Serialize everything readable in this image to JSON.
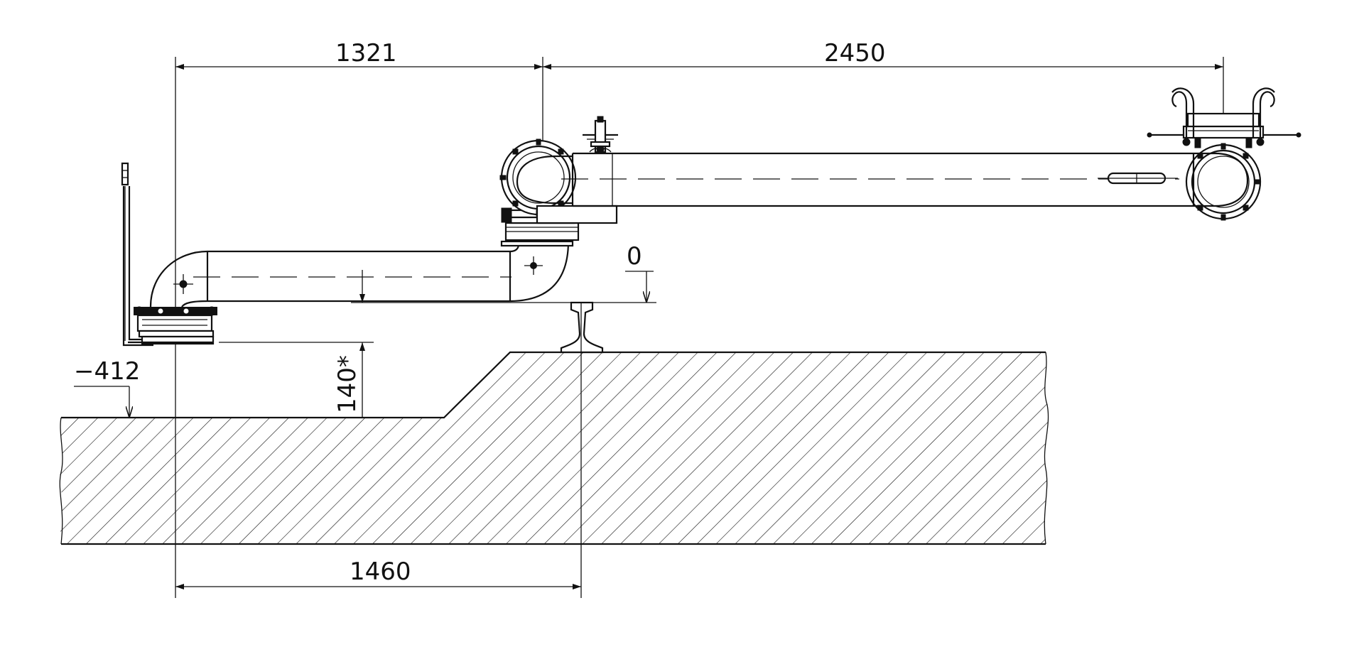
{
  "dimensions": {
    "arm_inner_length": "1321",
    "arm_outer_length": "2450",
    "rail_offset": "1460",
    "clearance": "140*"
  },
  "levels": {
    "rail_level": "0",
    "ground_level": "−412"
  },
  "style": {
    "line_color": "#111111",
    "background": "#ffffff"
  }
}
